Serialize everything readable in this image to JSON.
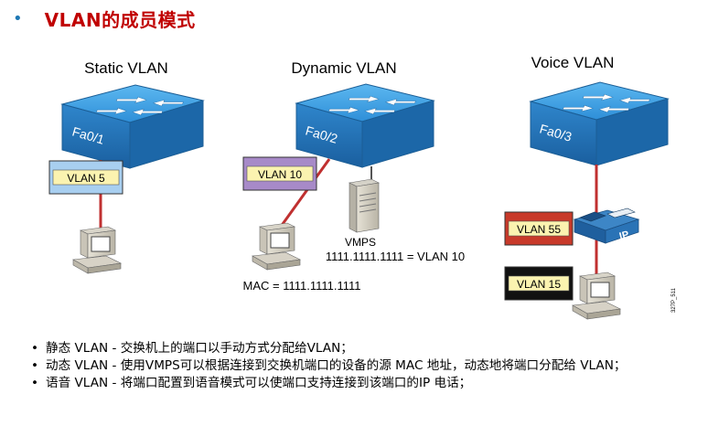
{
  "page": {
    "title": "VLAN的成员模式"
  },
  "diagram": {
    "static": {
      "label": "Static VLAN",
      "port": "Fa0/1",
      "vlan": "VLAN 5"
    },
    "dynamic": {
      "label": "Dynamic VLAN",
      "port": "Fa0/2",
      "vlan": "VLAN 10",
      "server_label": "VMPS",
      "mapping": "1111.1111.1111 = VLAN 10",
      "mac": "MAC = 1111.1111.1111"
    },
    "voice": {
      "label": "Voice VLAN",
      "port": "Fa0/3",
      "vlan_voice": "VLAN 55",
      "vlan_data": "VLAN 15",
      "phone_badge": "IP"
    },
    "figure_id": "327P_511"
  },
  "notes": [
    "静态 VLAN  -  交换机上的端口以手动方式分配给VLAN；",
    "动态 VLAN  - 使用VMPS可以根据连接到交换机端口的设备的源 MAC 地址，动态地将端口分配给 VLAN；",
    "语音 VLAN  -  将端口配置到语音模式可以使端口支持连接到该端口的IP 电话；"
  ],
  "colors": {
    "title": "#c00000",
    "switch_top": "#2e9ae0",
    "switch_front": "#1a6fb5",
    "vlan5": "#a8cff0",
    "vlan10": "#a78ac8",
    "vlan55": "#c83a2a",
    "vlan15": "#111111",
    "link": "#c03030",
    "vlan_fill": "#fbf3b0"
  }
}
